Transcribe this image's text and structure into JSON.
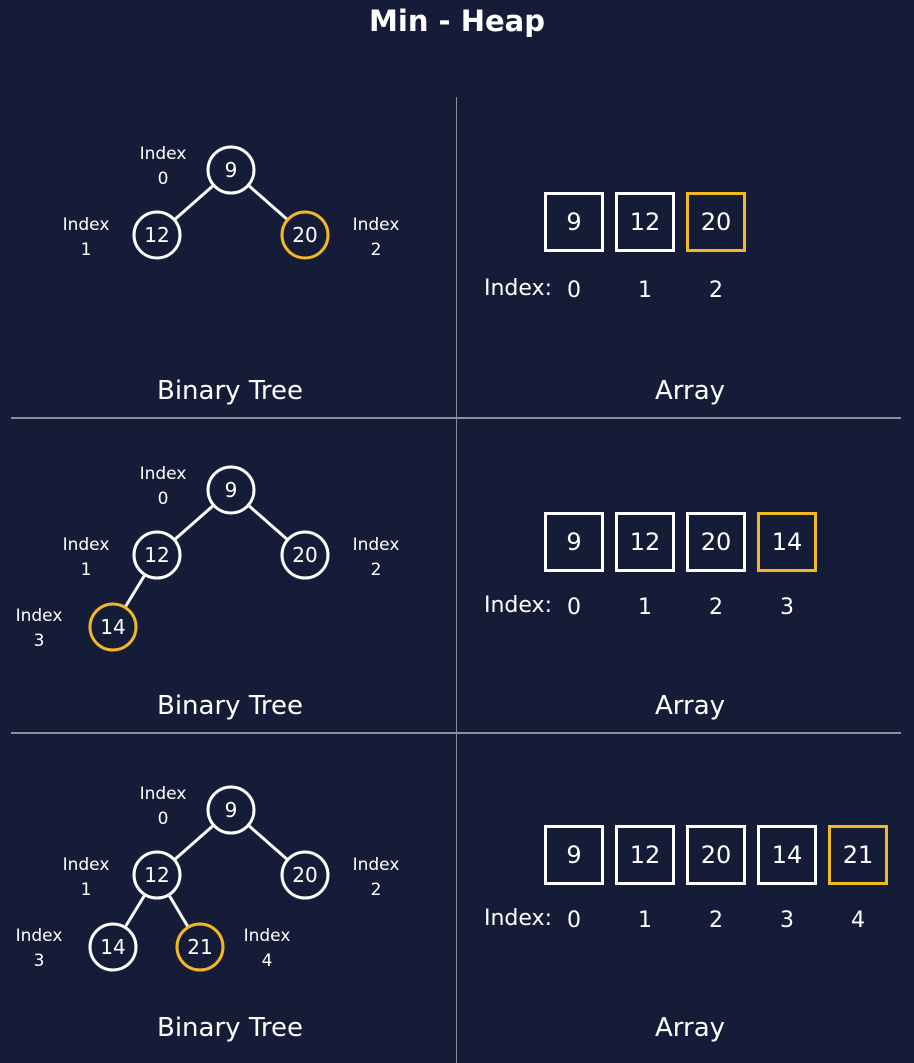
{
  "title": "Min - Heap",
  "highlight_color": "#f2b824",
  "background_color": "#151c38",
  "index_word": "Index",
  "array_index_label": "Index:",
  "panels": [
    {
      "tree_title": "Binary Tree",
      "array_title": "Array",
      "values": [
        "9",
        "12",
        "20"
      ],
      "indices": [
        "0",
        "1",
        "2"
      ],
      "highlight_index": 2
    },
    {
      "tree_title": "Binary Tree",
      "array_title": "Array",
      "values": [
        "9",
        "12",
        "20",
        "14"
      ],
      "indices": [
        "0",
        "1",
        "2",
        "3"
      ],
      "highlight_index": 3
    },
    {
      "tree_title": "Binary Tree",
      "array_title": "Array",
      "values": [
        "9",
        "12",
        "20",
        "14",
        "21"
      ],
      "indices": [
        "0",
        "1",
        "2",
        "3",
        "4"
      ],
      "highlight_index": 4
    }
  ]
}
